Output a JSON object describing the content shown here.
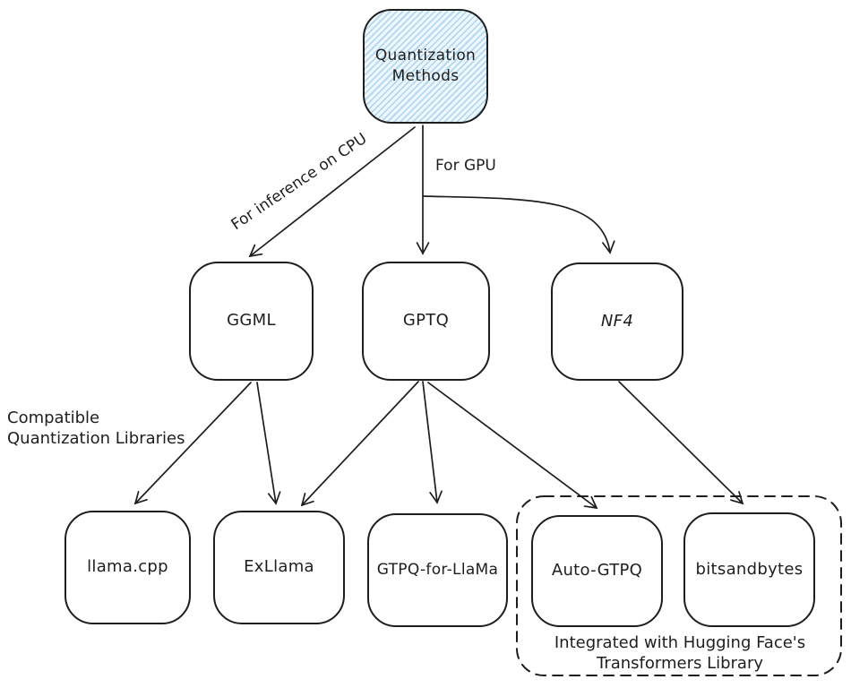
{
  "diagram": {
    "type": "flowchart",
    "root_node": {
      "line1": "Quantization",
      "line2": "Methods"
    },
    "nodes": {
      "ggml": {
        "label": "GGML"
      },
      "gptq": {
        "label": "GPTQ"
      },
      "nf4": {
        "label": "NF4"
      },
      "llama_cpp": {
        "label": "llama.cpp"
      },
      "exllama": {
        "label": "ExLlama"
      },
      "gtpq_for_llama": {
        "label": "GTPQ-for-LlaMa"
      },
      "auto_gtpq": {
        "label": "Auto-GTPQ"
      },
      "bitsandbytes": {
        "label": "bitsandbytes"
      }
    },
    "edge_labels": {
      "cpu": "For inference on CPU",
      "gpu": "For GPU"
    },
    "annotations": {
      "side_line1": "Compatible",
      "side_line2": "Quantization Libraries",
      "group_line1": "Integrated with Hugging Face's",
      "group_line2": "Transformers Library"
    },
    "edges": [
      {
        "from": "Quantization Methods",
        "to": "GGML",
        "label": "For inference on CPU"
      },
      {
        "from": "Quantization Methods",
        "to": "GPTQ",
        "label": "For GPU"
      },
      {
        "from": "Quantization Methods",
        "to": "NF4",
        "label": "For GPU"
      },
      {
        "from": "GGML",
        "to": "llama.cpp"
      },
      {
        "from": "GGML",
        "to": "ExLlama"
      },
      {
        "from": "GPTQ",
        "to": "ExLlama"
      },
      {
        "from": "GPTQ",
        "to": "GTPQ-for-LlaMa"
      },
      {
        "from": "GPTQ",
        "to": "Auto-GTPQ"
      },
      {
        "from": "NF4",
        "to": "bitsandbytes"
      }
    ],
    "group": {
      "members": [
        "Auto-GTPQ",
        "bitsandbytes"
      ],
      "style": "dashed"
    },
    "colors": {
      "stroke": "#1e1e1e",
      "root_fill": "#eff8fe",
      "root_hatch": "#b3d8f0",
      "background": "#ffffff"
    }
  }
}
